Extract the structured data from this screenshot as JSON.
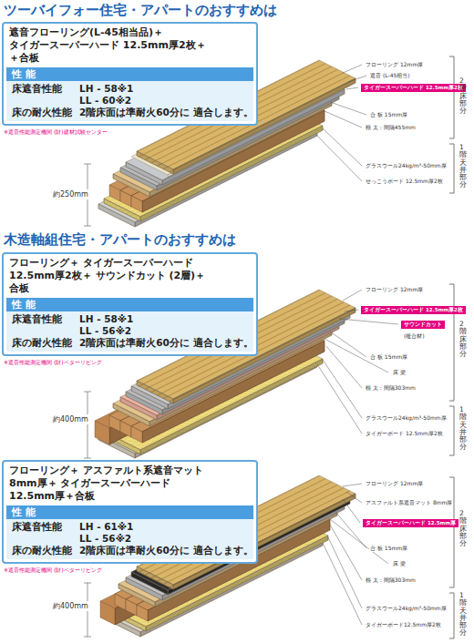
{
  "diagram": {
    "nodes": [
      {
        "text": [
          "遮音フローリング(L-45相当品)＋ タイガースーパーハード 12.5mm厚2枚＋ ＋合板"
        ]
      },
      {
        "text": [
          "性 能",
          "床遮音性能",
          "LH - 58※1",
          "LL - 60※2",
          "床の耐火性能",
          "2階床面は準耐火60分に 適合します。"
        ],
        "in": 0
      },
      {
        "text": [
          "タイガースーパーハード 12.5mm厚2枚"
        ]
      },
      {
        "text": [
          "フローリング＋ タイガースーパーハード 12.5mm厚2枚＋ サウンドカット (2層)＋合板"
        ]
      },
      {
        "text": [
          "性 能",
          "床遮音性能",
          "LH - 58※1",
          "LL - 56※2",
          "床の耐火性能",
          "2階床面は準耐火60分に 適合します。"
        ],
        "in": 3
      },
      {
        "text": [
          "タイガースーパーハード 12.5mm厚2枚"
        ]
      },
      {
        "text": [
          "サウンドカット"
        ]
      },
      {
        "text": [
          "フローリング＋ アスファルト系遮音マット 8mm厚＋ タイガースーパーハード 12.5mm厚＋合板"
        ]
      },
      {
        "text": [
          "性 能",
          "床遮音性能",
          "LH - 61※1",
          "LL - 56※2",
          "床の耐火性能",
          "2階床面は準耐火60分に 適合します。"
        ],
        "in": 7
      },
      {
        "text": [
          "タイガースーパーハード 12.5mm厚"
        ]
      }
    ],
    "labels": [
      "ツーバイフォー住宅・アパートのおすすめは",
      "※遮音性能測定機関 (財)建材試験センター",
      "フローリング 12mm厚",
      "遮音 (L-45相当)",
      "合 板 15mm厚",
      "根 太 : 間隔455mm",
      "グラスウール24kg/m³-50mm厚",
      "せっこうボード 12.5mm厚2枚",
      "約250mm",
      "2階床部分",
      "1階天井部分",
      "木造軸組住宅・アパートのおすすめは",
      "※遮音性能測定機関 (財)ベターリビング",
      "フローリング 12mm厚",
      "(複合材)",
      "合 板 15mm厚",
      "床 梁",
      "根 太 : 間隔303mm",
      "グラスウール24kg/m³-50mm厚",
      "タイガーボード 12.5mm厚2枚",
      "約400mm",
      "2階床部分",
      "1階天井部分",
      "※遮音性能測定機関 (財)ベターリビング",
      "フローリング 12mm厚",
      "アスファルト系遮音マット 8mm厚",
      "合 板 15mm厚",
      "床 梁",
      "根 太 : 間隔303mm",
      "グラスウール24kg/m³-50mm厚",
      "タイガーボード12.5mm厚2枚",
      "約400mm",
      "2階床部分",
      "1階天井部分"
    ]
  }
}
